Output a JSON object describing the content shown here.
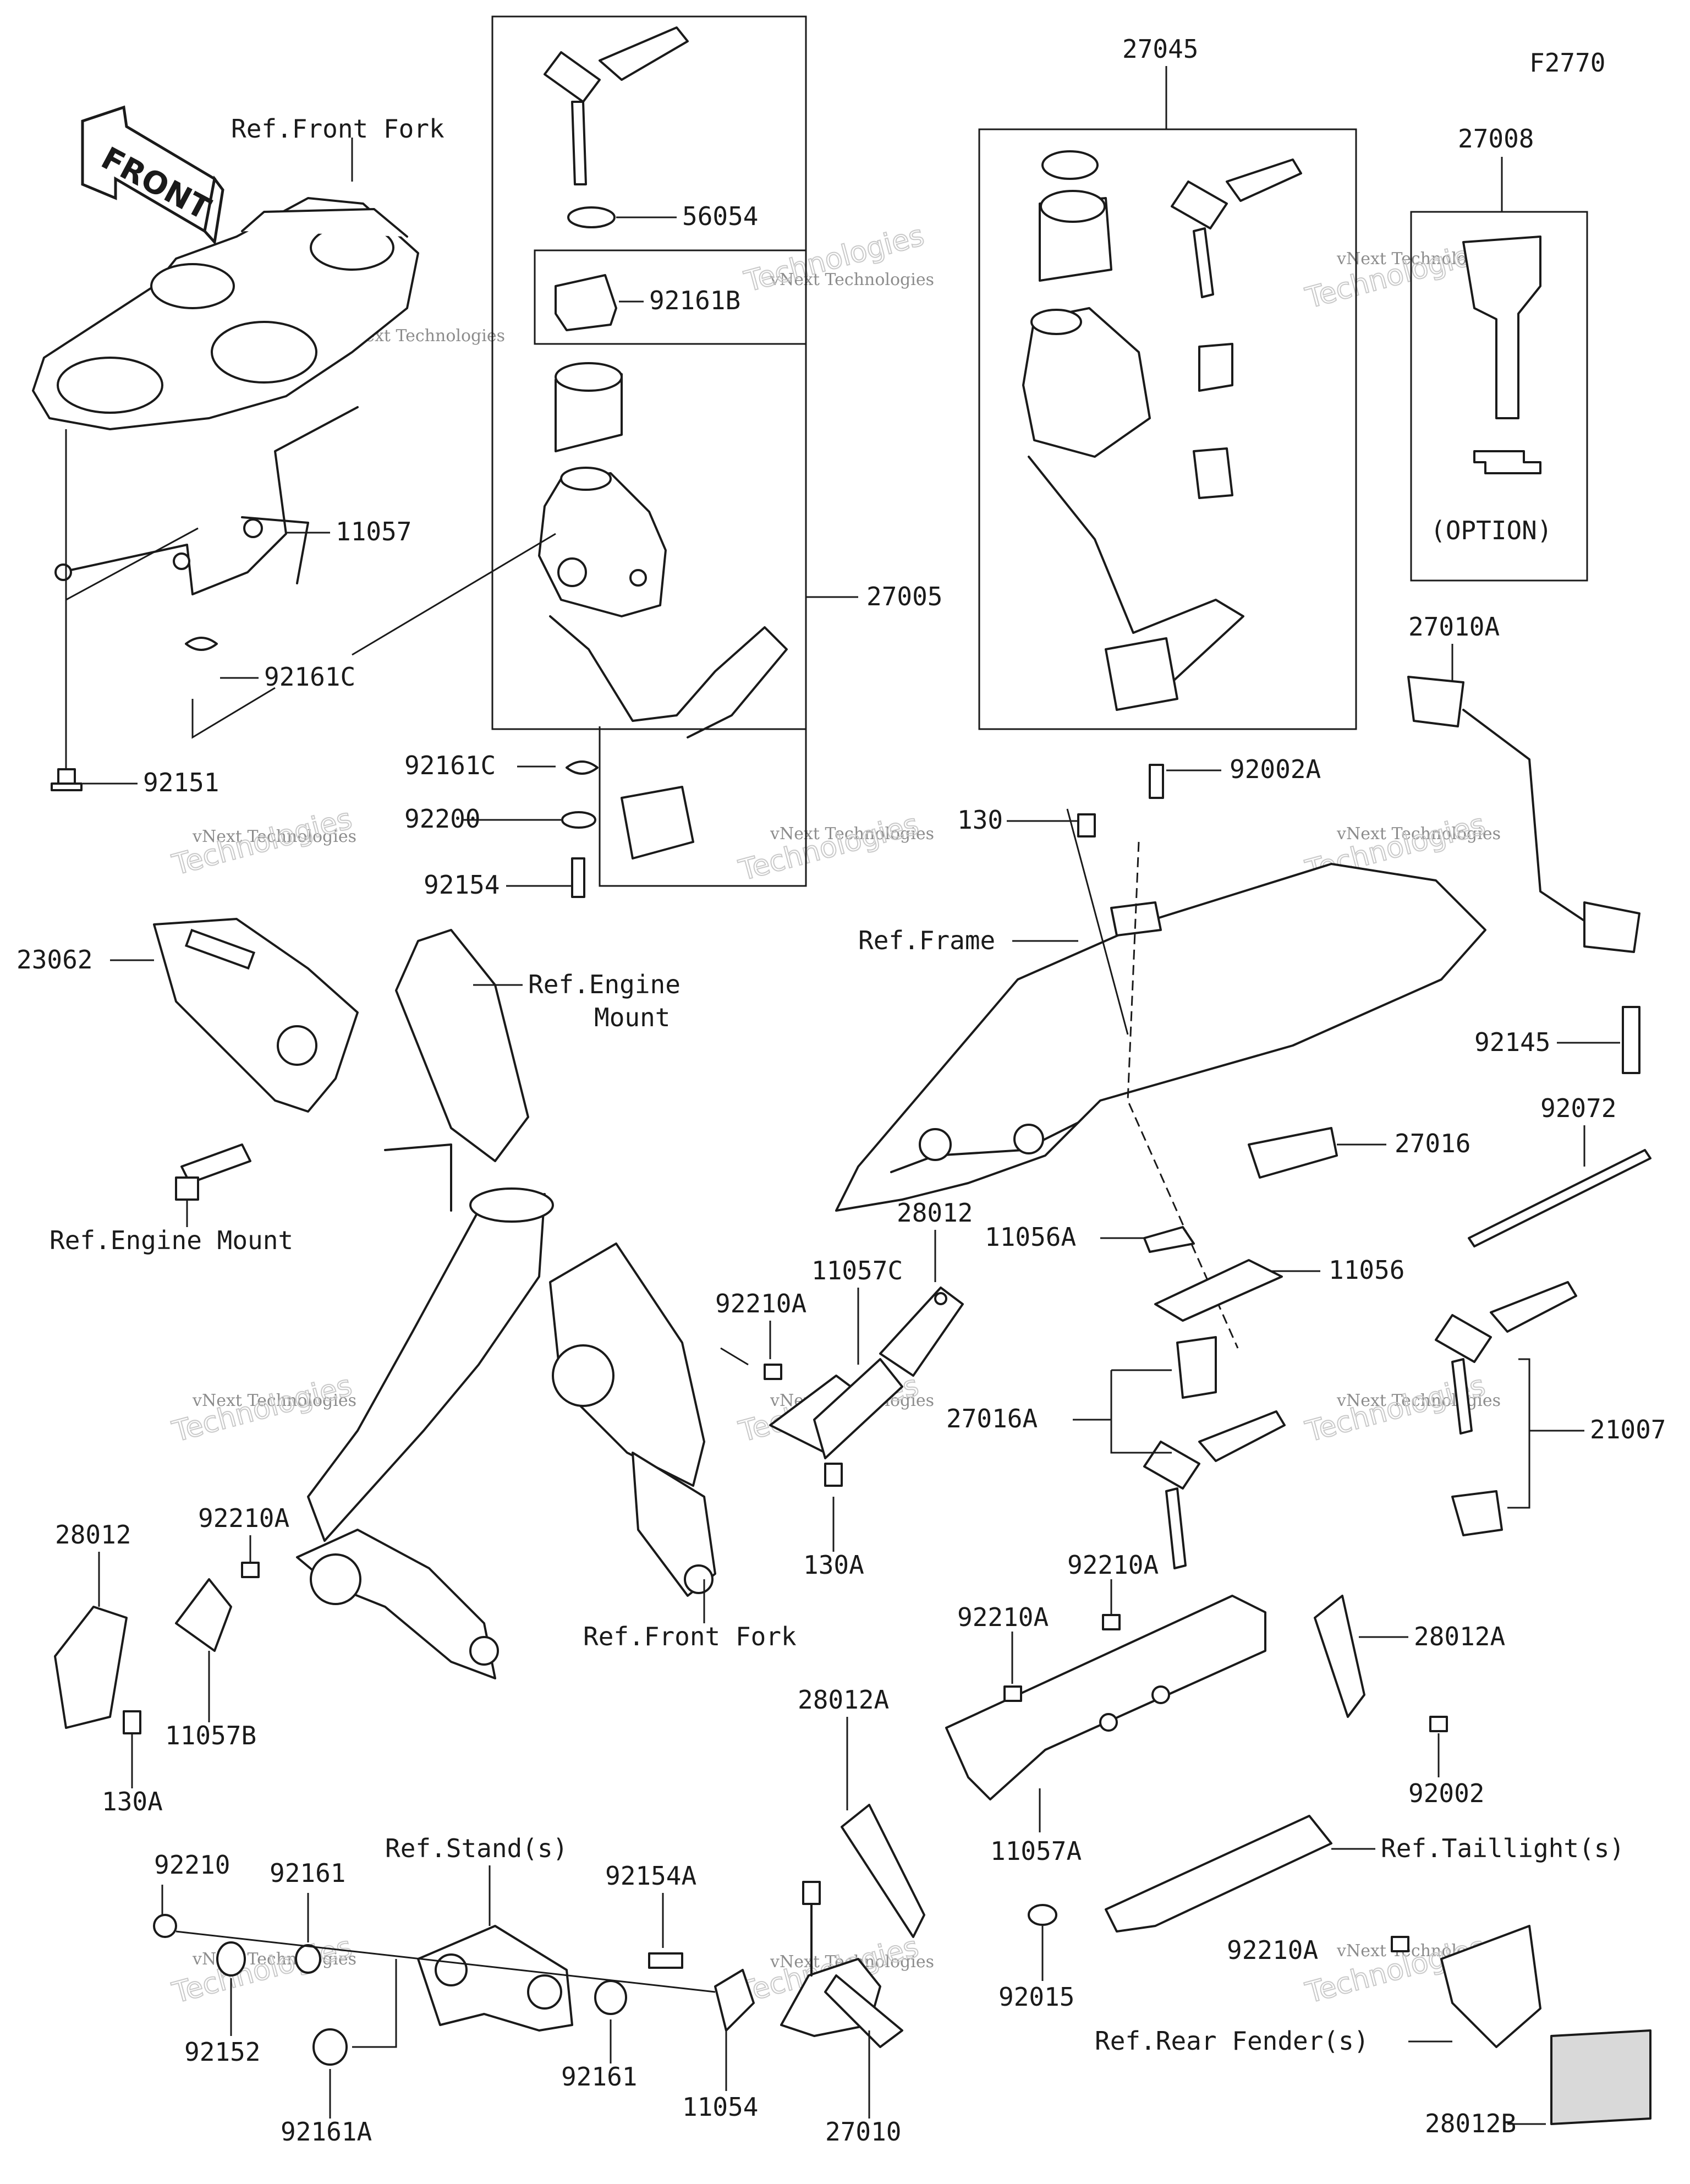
{
  "diagram_code": "F2770",
  "front_arrow_label": "FRONT",
  "option_label": "(OPTION)",
  "watermark": {
    "small": "vNext Technologies",
    "large": "Technologies",
    "large_top": "vNext"
  },
  "part_labels": {
    "p56054": "56054",
    "p92161B": "92161B",
    "p27005": "27005",
    "p11057": "11057",
    "p92161C_a": "92161C",
    "p92151": "92151",
    "p92161C_b": "92161C",
    "p92200": "92200",
    "p92154": "92154",
    "p27045": "27045",
    "p27008": "27008",
    "p27010A": "27010A",
    "p92002A": "92002A",
    "p130": "130",
    "p92145": "92145",
    "p92072": "92072",
    "p27016": "27016",
    "p23062": "23062",
    "p28012_a": "28012",
    "p11057C": "11057C",
    "p92210A_a": "92210A",
    "p11056A": "11056A",
    "p11056": "11056",
    "p27016A": "27016A",
    "p21007": "21007",
    "p130A_a": "130A",
    "p92210A_b": "92210A",
    "p28012_b": "28012",
    "p11057B": "11057B",
    "p130A_b": "130A",
    "p92210A_c": "92210A",
    "p28012A_a": "28012A",
    "p92210A_d": "92210A",
    "p28012A_b": "28012A",
    "p92002": "92002",
    "p11057A": "11057A",
    "p92015": "92015",
    "p92210A_e": "92210A",
    "p28012B": "28012B",
    "p92210": "92210",
    "p92161_a": "92161",
    "p92152": "92152",
    "p92161A": "92161A",
    "p92161_b": "92161",
    "p92154A": "92154A",
    "p11054": "11054",
    "p27010": "27010"
  },
  "ref_labels": {
    "front_fork_top": "Ref.Front Fork",
    "engine_mount_right_1": "Ref.Engine",
    "engine_mount_right_2": "Mount",
    "engine_mount_left": "Ref.Engine Mount",
    "frame": "Ref.Frame",
    "front_fork_bottom": "Ref.Front Fork",
    "stands": "Ref.Stand(s)",
    "taillights": "Ref.Taillight(s)",
    "rear_fenders": "Ref.Rear Fender(s)"
  }
}
